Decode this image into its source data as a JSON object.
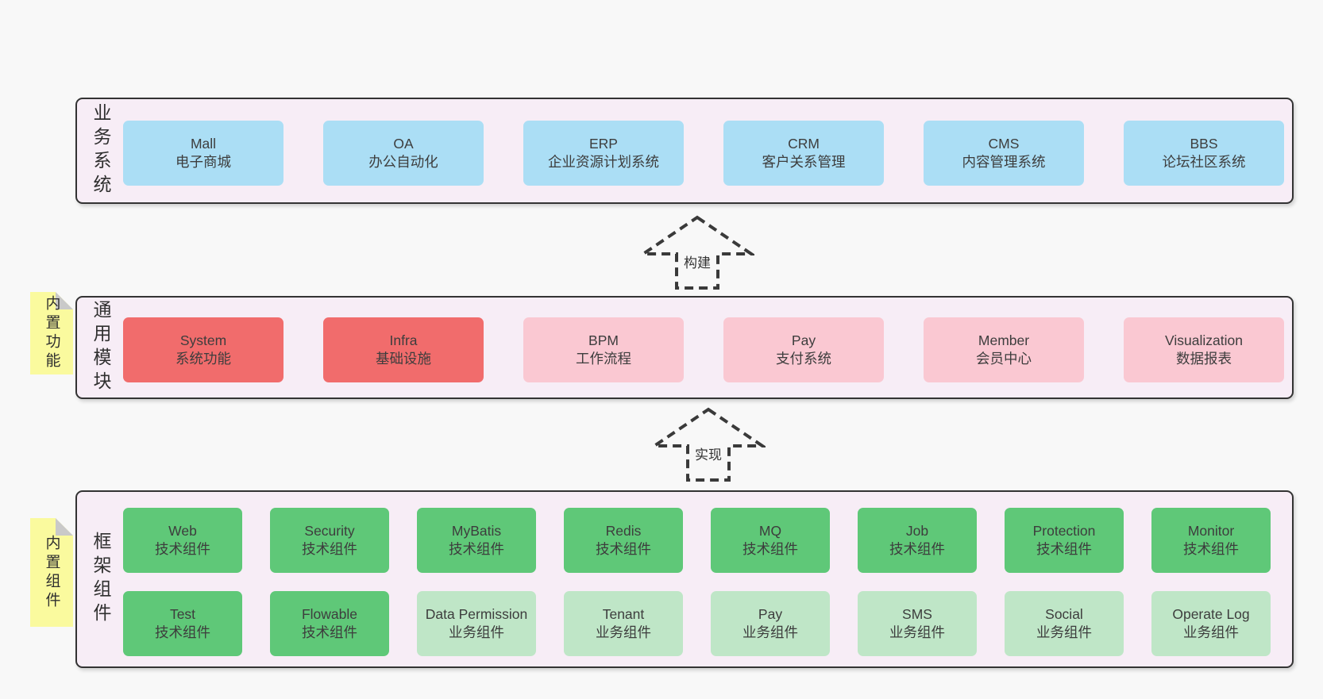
{
  "colors": {
    "page_bg": "#f8f8f8",
    "layer_bg": "#f7edf6",
    "layer_border": "#333333",
    "blue": "#abdef5",
    "red": "#f16c6c",
    "pink": "#fac8d2",
    "green": "#5fc878",
    "light_green": "#bfe6c7",
    "note_yellow": "#fafa9e",
    "text": "#3d3d3d"
  },
  "arrows": {
    "build_label": "构建",
    "implement_label": "实现"
  },
  "layers": [
    {
      "id": "business",
      "side_label": "业务系统",
      "boxes": [
        {
          "name": "Mall",
          "desc": "电子商城"
        },
        {
          "name": "OA",
          "desc": "办公自动化"
        },
        {
          "name": "ERP",
          "desc": "企业资源计划系统"
        },
        {
          "name": "CRM",
          "desc": "客户关系管理"
        },
        {
          "name": "CMS",
          "desc": "内容管理系统"
        },
        {
          "name": "BBS",
          "desc": "论坛社区系统"
        }
      ]
    },
    {
      "id": "common",
      "side_label": "通用模块",
      "note_label": "内置功能",
      "boxes": [
        {
          "name": "System",
          "desc": "系统功能"
        },
        {
          "name": "Infra",
          "desc": "基础设施"
        },
        {
          "name": "BPM",
          "desc": "工作流程"
        },
        {
          "name": "Pay",
          "desc": "支付系统"
        },
        {
          "name": "Member",
          "desc": "会员中心"
        },
        {
          "name": "Visualization",
          "desc": "数据报表"
        }
      ]
    },
    {
      "id": "framework",
      "side_label": "框架组件",
      "note_label": "内置组件",
      "rows": [
        [
          {
            "name": "Web",
            "desc": "技术组件"
          },
          {
            "name": "Security",
            "desc": "技术组件"
          },
          {
            "name": "MyBatis",
            "desc": "技术组件"
          },
          {
            "name": "Redis",
            "desc": "技术组件"
          },
          {
            "name": "MQ",
            "desc": "技术组件"
          },
          {
            "name": "Job",
            "desc": "技术组件"
          },
          {
            "name": "Protection",
            "desc": "技术组件"
          },
          {
            "name": "Monitor",
            "desc": "技术组件"
          }
        ],
        [
          {
            "name": "Test",
            "desc": "技术组件"
          },
          {
            "name": "Flowable",
            "desc": "技术组件"
          },
          {
            "name": "Data Permission",
            "desc": "业务组件"
          },
          {
            "name": "Tenant",
            "desc": "业务组件"
          },
          {
            "name": "Pay",
            "desc": "业务组件"
          },
          {
            "name": "SMS",
            "desc": "业务组件"
          },
          {
            "name": "Social",
            "desc": "业务组件"
          },
          {
            "name": "Operate Log",
            "desc": "业务组件"
          }
        ]
      ]
    }
  ]
}
